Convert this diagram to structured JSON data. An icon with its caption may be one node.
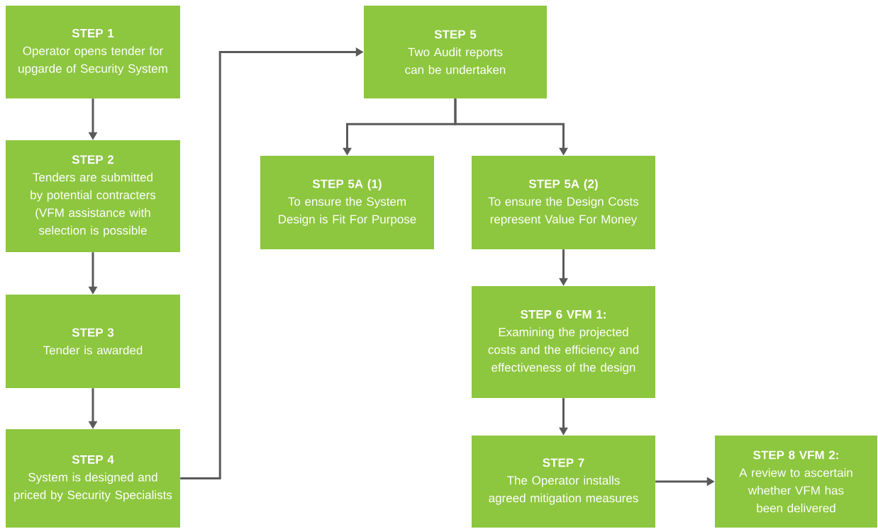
{
  "diagram": {
    "nodes": [
      {
        "text": [
          "STEP 1",
          "Operator opens tender for upgarde of Security System"
        ]
      },
      {
        "text": [
          "STEP 2",
          "Tenders are submitted by potential contracters (VFM assistance with selection is possible"
        ]
      },
      {
        "text": [
          "STEP 3",
          "Tender is awarded"
        ]
      },
      {
        "text": [
          "STEP 4",
          "System is designed and priced by Security Specialists"
        ]
      },
      {
        "text": [
          "STEP 5",
          "Two Audit reports can be undertaken"
        ]
      },
      {
        "text": [
          "STEP 5A (1)",
          "To ensure the System Design is Fit For Purpose"
        ]
      },
      {
        "text": [
          "STEP 5A (2)",
          "To ensure the Design Costs represent Value For Money"
        ]
      },
      {
        "text": [
          "STEP 6 VFM 1:",
          "Examining the projected costs and the efficiency and effectiveness of the design"
        ]
      },
      {
        "text": [
          "STEP 7",
          "The Operator installs agreed mitigation measures"
        ]
      },
      {
        "text": [
          "STEP 8 VFM 2:",
          "A review to ascertain whether VFM has been delivered"
        ]
      }
    ],
    "edges": [
      {
        "from": 0,
        "to": 1,
        "arrow": "to"
      },
      {
        "from": 1,
        "to": 2,
        "arrow": "to"
      },
      {
        "from": 2,
        "to": 3,
        "arrow": "to"
      },
      {
        "from": 3,
        "to": 4,
        "arrow": "to"
      },
      {
        "from": 4,
        "to": 5,
        "arrow": "to"
      },
      {
        "from": 4,
        "to": 6,
        "arrow": "to"
      },
      {
        "from": 6,
        "to": 7,
        "arrow": "to"
      },
      {
        "from": 7,
        "to": 8,
        "arrow": "to"
      },
      {
        "from": 8,
        "to": 9,
        "arrow": "to"
      }
    ]
  }
}
